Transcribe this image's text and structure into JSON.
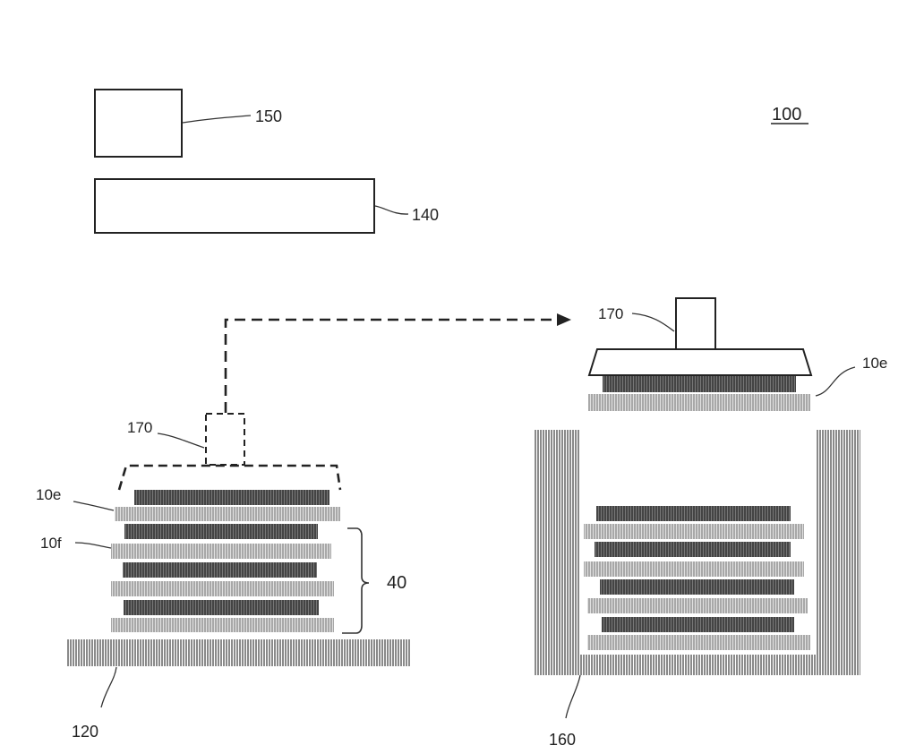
{
  "figure": {
    "ref_100": "100",
    "ref_150": "150",
    "ref_140": "140",
    "ref_170_left": "170",
    "ref_170_right": "170",
    "ref_10e_left": "10e",
    "ref_10f": "10f",
    "ref_10e_right": "10e",
    "ref_40": "40",
    "ref_120": "120",
    "ref_160": "160"
  },
  "colors": {
    "outline": "#222222",
    "dark_layer": "#555555",
    "light_layer": "#b4b4b4",
    "platform": "#a8a8a8",
    "container": "#8c8c8c"
  }
}
